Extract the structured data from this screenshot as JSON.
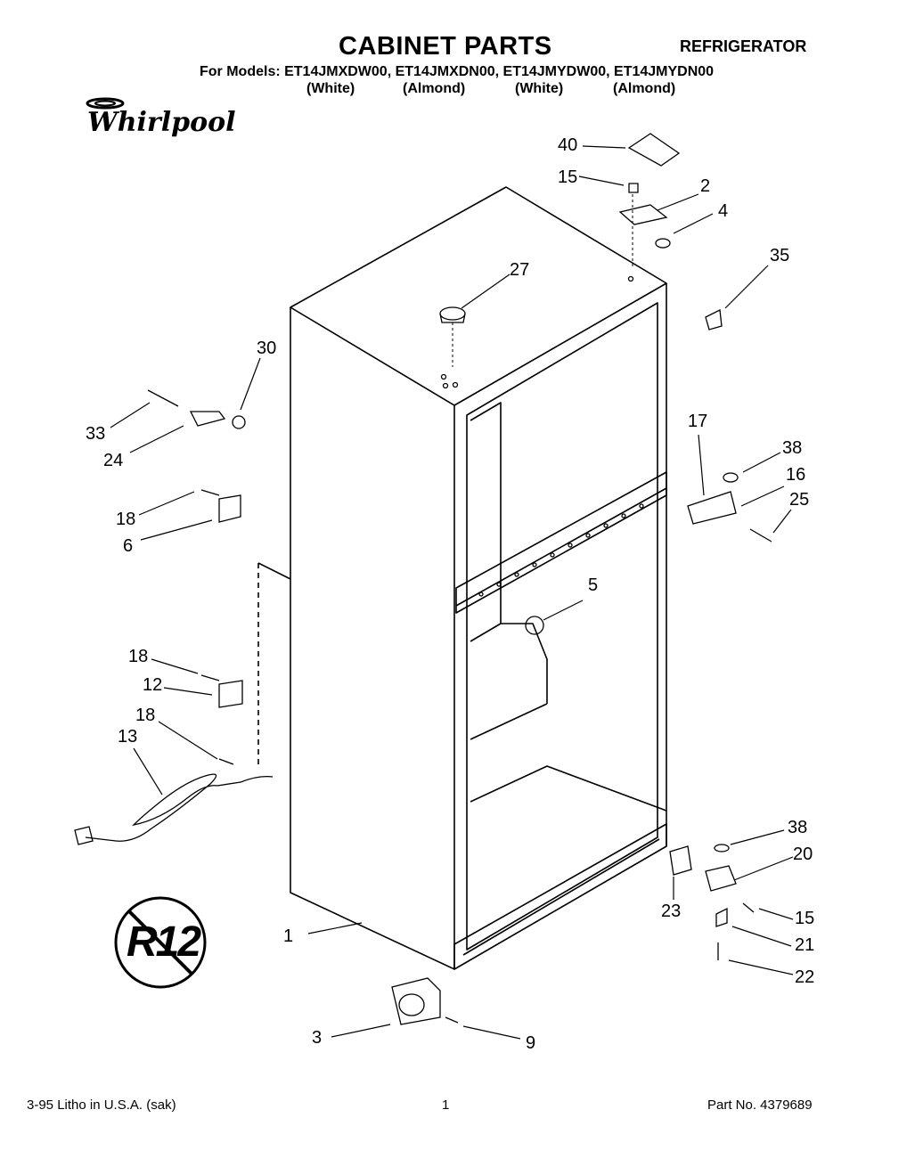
{
  "header": {
    "title": "CABINET PARTS",
    "subtitle": "REFRIGERATOR",
    "models_line": "For Models: ET14JMXDW00, ET14JMXDN00, ET14JMYDW00, ET14JMYDN00",
    "colors": [
      "(White)",
      "(Almond)",
      "(White)",
      "(Almond)"
    ],
    "brand": "Whirlpool"
  },
  "callouts": [
    "40",
    "15",
    "2",
    "4",
    "35",
    "27",
    "30",
    "33",
    "24",
    "17",
    "38",
    "16",
    "25",
    "18",
    "6",
    "5",
    "18",
    "12",
    "18",
    "13",
    "38",
    "20",
    "15",
    "21",
    "22",
    "23",
    "1",
    "3",
    "9"
  ],
  "badge": "R12",
  "footer": {
    "left": "3-95  Litho in U.S.A. (sak)",
    "page": "1",
    "part_no": "Part No. 4379689"
  }
}
